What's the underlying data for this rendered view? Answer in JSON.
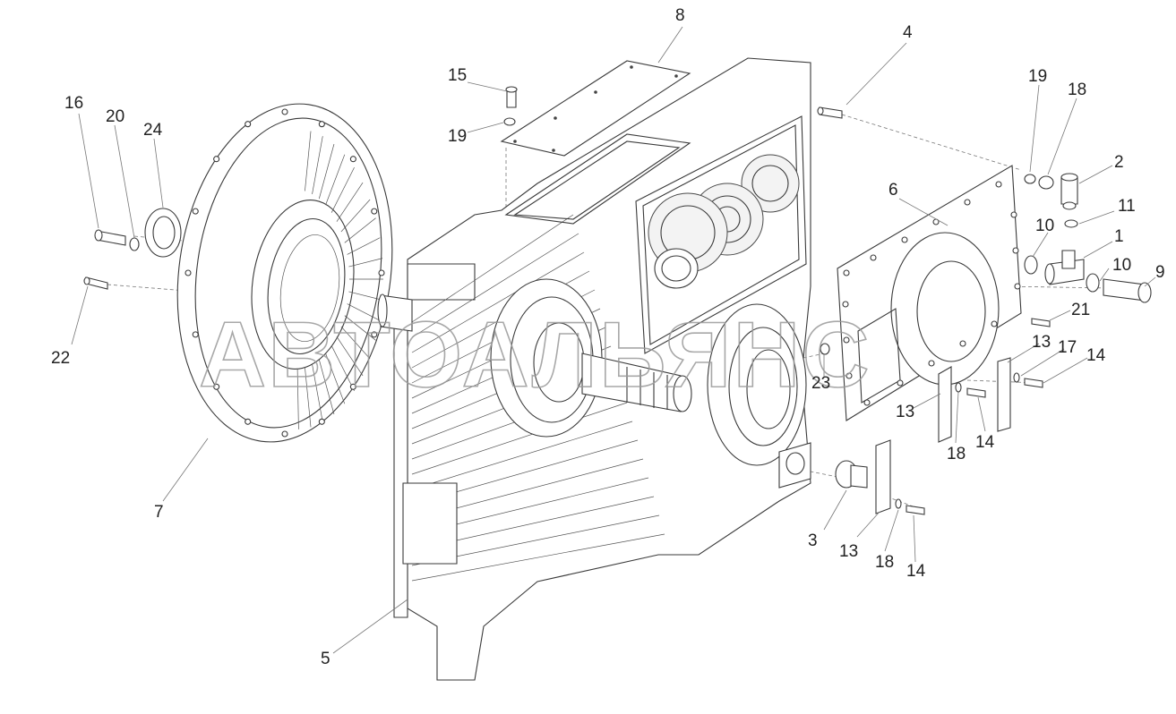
{
  "watermark": "АВТОАЛЬЯНС",
  "callouts": [
    "1",
    "2",
    "3",
    "4",
    "5",
    "6",
    "7",
    "8",
    "9",
    "10",
    "10",
    "11",
    "13",
    "13",
    "13",
    "14",
    "14",
    "14",
    "15",
    "16",
    "17",
    "18",
    "18",
    "18",
    "19",
    "19",
    "20",
    "21",
    "22",
    "23",
    "24"
  ]
}
